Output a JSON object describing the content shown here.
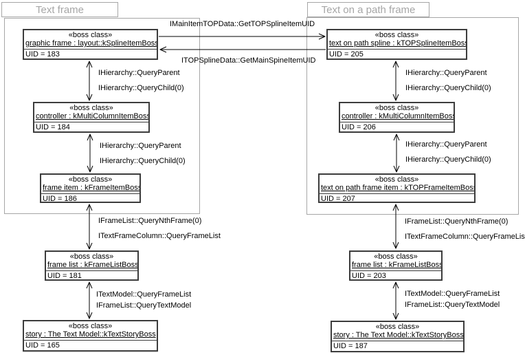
{
  "diagram": {
    "left_frame": {
      "title": "Text frame"
    },
    "right_frame": {
      "title": "Text on a path frame"
    },
    "stereotype": "«boss class»",
    "boxes": {
      "left": [
        {
          "name": "graphic frame : layout::kSplineItemBoss",
          "uid": "UID = 183"
        },
        {
          "name": "controller : kMultiColumnItemBoss",
          "uid": "UID = 184"
        },
        {
          "name": "frame item : kFrameItemBoss",
          "uid": "UID = 186"
        },
        {
          "name": "frame list : kFrameListBoss",
          "uid": "UID = 181"
        },
        {
          "name": "story : The Text Model::kTextStoryBoss",
          "uid": "UID = 165"
        }
      ],
      "right": [
        {
          "name": "text on path spline : kTOPSplineItemBoss",
          "uid": "UID = 205"
        },
        {
          "name": "controller : kMultiColumnItemBoss",
          "uid": "UID = 206"
        },
        {
          "name": "text on path frame item : kTOPFrameItemBoss",
          "uid": "UID = 207"
        },
        {
          "name": "frame list : kFrameListBoss",
          "uid": "UID = 203"
        },
        {
          "name": "story : The Text Model::kTextStoryBoss",
          "uid": "UID = 187"
        }
      ]
    },
    "edge_labels": {
      "get_top_spline": "IMainItemTOPData::GetTOPSplineItemUID",
      "get_main_spine": "ITOPSplineData::GetMainSpineItemUID",
      "query_parent": "IHierarchy::QueryParent",
      "query_child": "IHierarchy::QueryChild(0)",
      "query_nth_frame": "IFrameList::QueryNthFrame(0)",
      "query_frame_list_from_column": "ITextFrameColumn::QueryFrameList",
      "query_frame_list_from_model": "ITextModel::QueryFrameList",
      "query_text_model": "IFrameList::QueryTextModel"
    },
    "colors": {
      "frame_border": "#a6a6a6",
      "frame_title": "#a6a6a6",
      "box_border": "#3c3c3c",
      "line": "#000000",
      "text": "#000000",
      "background": "#ffffff"
    }
  }
}
